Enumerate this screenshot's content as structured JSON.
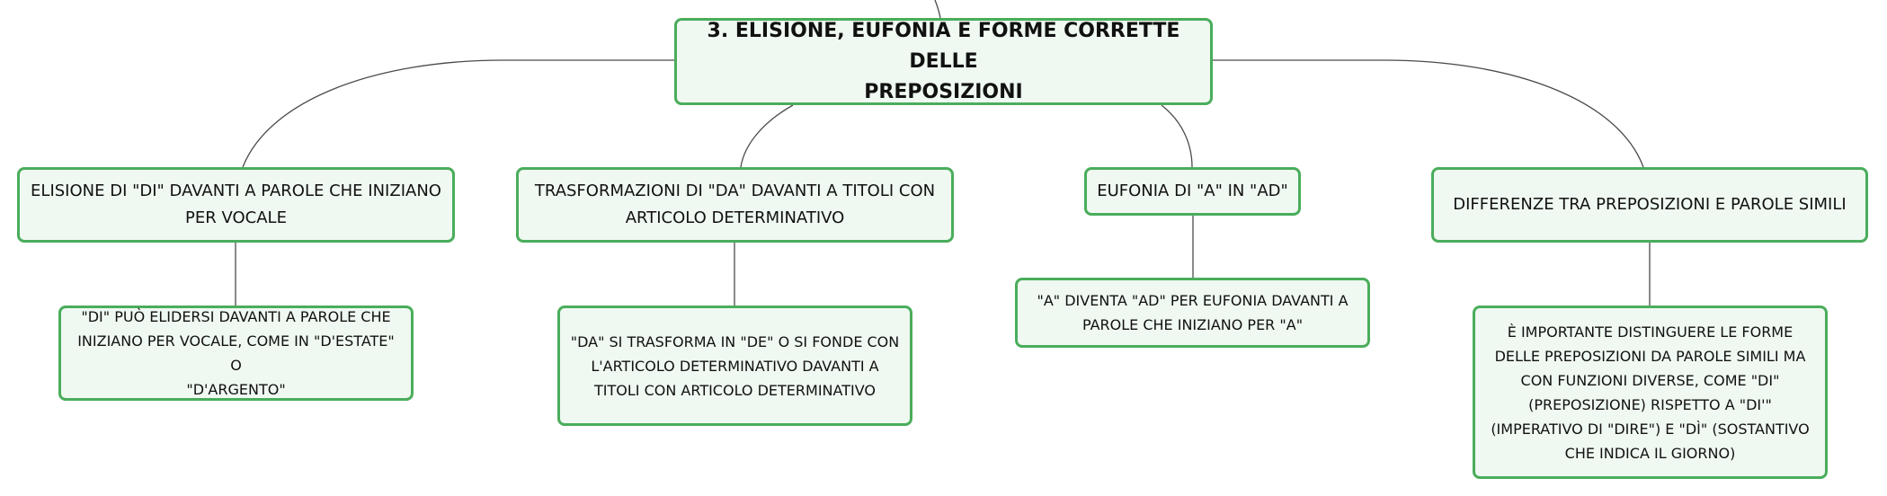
{
  "colors": {
    "border": "#4aad5b",
    "fill": "#eff8f1",
    "connector": "#4a4a4a"
  },
  "root": {
    "text": "3. ELISIONE, EUFONIA E FORME CORRETTE DELLE\nPREPOSIZIONI"
  },
  "branches": [
    {
      "title": "ELISIONE DI \"DI\" DAVANTI A PAROLE CHE INIZIANO\nPER VOCALE",
      "detail": "\"DI\" PUÒ ELIDERSI DAVANTI A PAROLE CHE\nINIZIANO PER VOCALE, COME IN \"D'ESTATE\" O\n\"D'ARGENTO\""
    },
    {
      "title": "TRASFORMAZIONI DI \"DA\" DAVANTI A TITOLI CON\nARTICOLO DETERMINATIVO",
      "detail": "\"DA\" SI TRASFORMA IN \"DE\" O SI FONDE CON\nL'ARTICOLO DETERMINATIVO DAVANTI A\nTITOLI CON ARTICOLO DETERMINATIVO"
    },
    {
      "title": "EUFONIA DI \"A\" IN \"AD\"",
      "detail": "\"A\" DIVENTA \"AD\" PER EUFONIA DAVANTI A\nPAROLE CHE INIZIANO PER \"A\""
    },
    {
      "title": "DIFFERENZE TRA PREPOSIZIONI E PAROLE SIMILI",
      "detail": "È IMPORTANTE DISTINGUERE LE FORME\nDELLE PREPOSIZIONI DA PAROLE SIMILI MA\nCON FUNZIONI DIVERSE, COME \"DI\"\n(PREPOSIZIONE) RISPETTO A \"DI'\"\n(IMPERATIVO DI \"DIRE\") E \"DÌ\" (SOSTANTIVO\nCHE INDICA IL GIORNO)"
    }
  ]
}
